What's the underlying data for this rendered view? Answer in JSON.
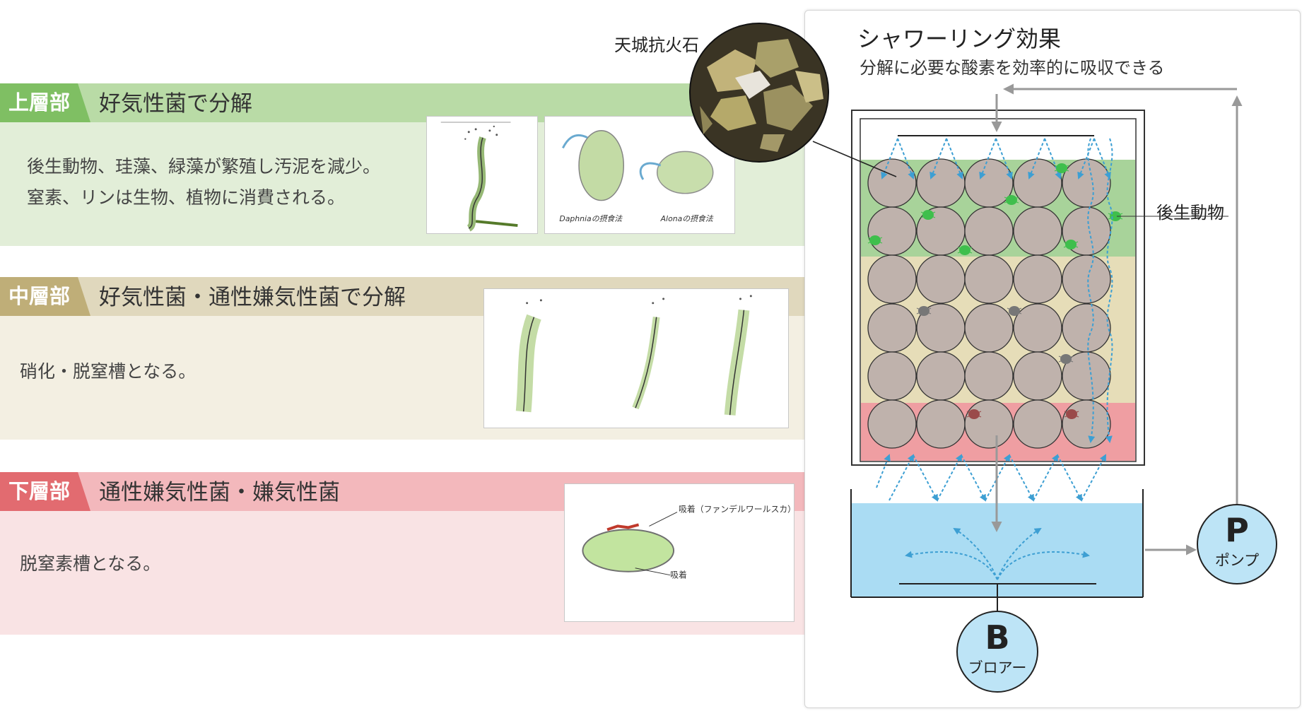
{
  "layers": [
    {
      "tag": "上層部",
      "heading": "好気性菌で分解",
      "lines": [
        "後生動物、珪藻、緑藻が繁殖し汚泥を減少。",
        "窒素、リンは生物、植物に消費される。"
      ],
      "band_color": "#e2eed8",
      "header_color": "#b9dba6",
      "tag_color": "#7fbf63",
      "photo_captions": [
        "Daphniaの摂食法",
        "Alonaの摂食法"
      ]
    },
    {
      "tag": "中層部",
      "heading": "好気性菌・通性嫌気性菌で分解",
      "lines": [
        "硝化・脱窒槽となる。"
      ],
      "band_color": "#f3efe2",
      "header_color": "#e0d8bd",
      "tag_color": "#bfae78"
    },
    {
      "tag": "下層部",
      "heading": "通性嫌気性菌・嫌気性菌",
      "lines": [
        "脱窒素槽となる。"
      ],
      "band_color": "#f9e3e4",
      "header_color": "#f3b8bc",
      "tag_color": "#e26b70",
      "photo_captions": [
        "吸着（ファンデルワールスカ）",
        "吸着"
      ]
    }
  ],
  "diagram": {
    "title": "シャワーリング効果",
    "subtitle": "分解に必要な酸素を効率的に吸収できる",
    "stone_label": "天城抗火石",
    "organism_label": "後生動物",
    "pump": {
      "letter": "P",
      "label": "ポンプ"
    },
    "blower": {
      "letter": "B",
      "label": "ブロアー"
    },
    "colors": {
      "upper": "#a8d39a",
      "middle": "#e6ddb8",
      "lower": "#ef9ea2",
      "water": "#aadcf3",
      "circle_fill": "#bfb2ac",
      "flow": "#3d9fd3",
      "pipe": "#999999",
      "organism_green": "#3fbf4c",
      "organism_gray": "#777777",
      "organism_red": "#9a4a4a",
      "unit_circle": "#bde4f6"
    }
  }
}
